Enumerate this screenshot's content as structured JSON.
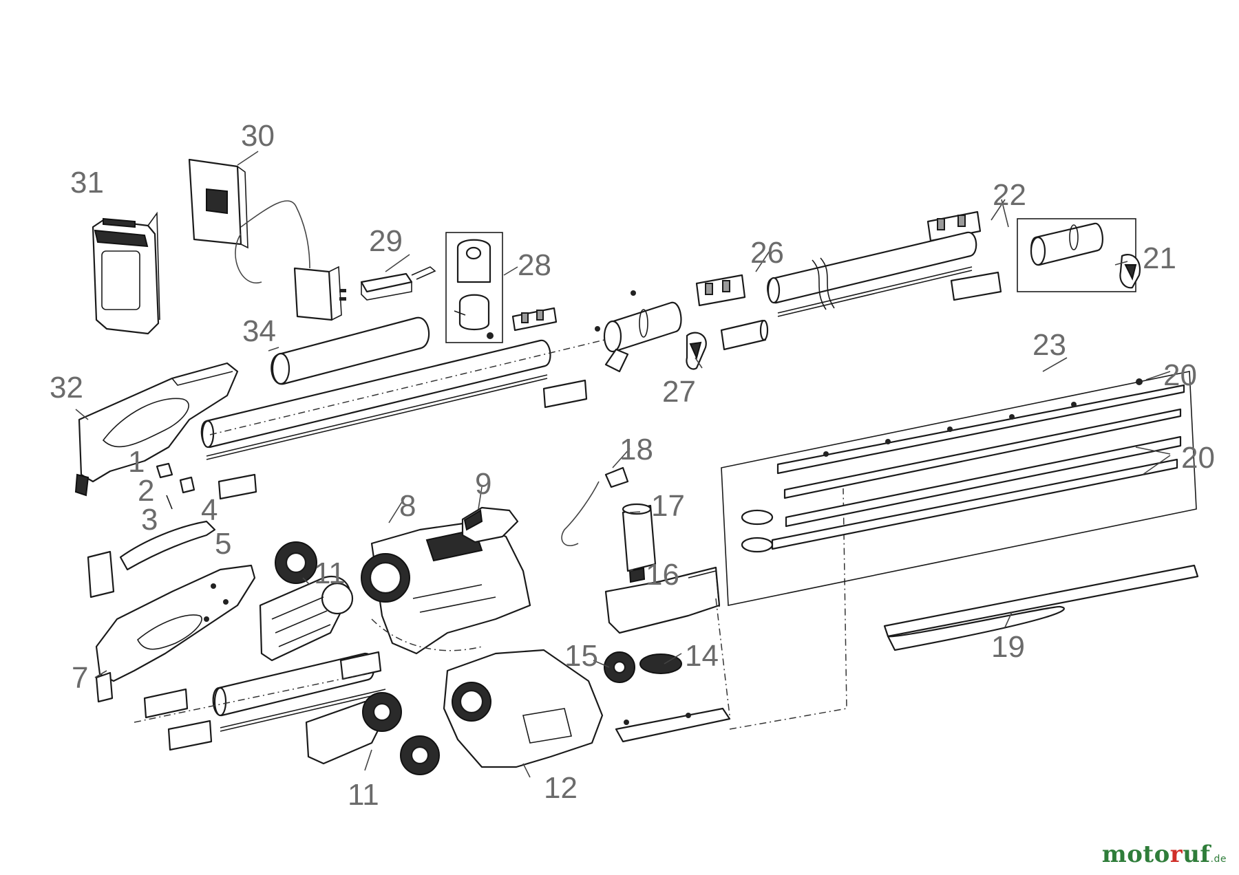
{
  "part_numbers": {
    "p1": "1",
    "p2": "2",
    "p3": "3",
    "p4": "4",
    "p5": "5",
    "p7": "7",
    "p8": "8",
    "p9": "9",
    "p11a": "11",
    "p11b": "11",
    "p12": "12",
    "p14": "14",
    "p15": "15",
    "p16": "16",
    "p17": "17",
    "p18": "18",
    "p19": "19",
    "p20a": "20",
    "p20b": "20",
    "p21": "21",
    "p22": "22",
    "p23": "23",
    "p26": "26",
    "p27": "27",
    "p28": "28",
    "p29": "29",
    "p30": "30",
    "p31": "31",
    "p32": "32",
    "p34": "34"
  },
  "logo": {
    "part1": "moto",
    "part2": "r",
    "part3": "uf",
    "tld": ".de"
  },
  "colors": {
    "label": "#6b6b6b",
    "line": "#1a1a1a",
    "logo_green": "#2f7d3a",
    "logo_red": "#d0302a"
  }
}
